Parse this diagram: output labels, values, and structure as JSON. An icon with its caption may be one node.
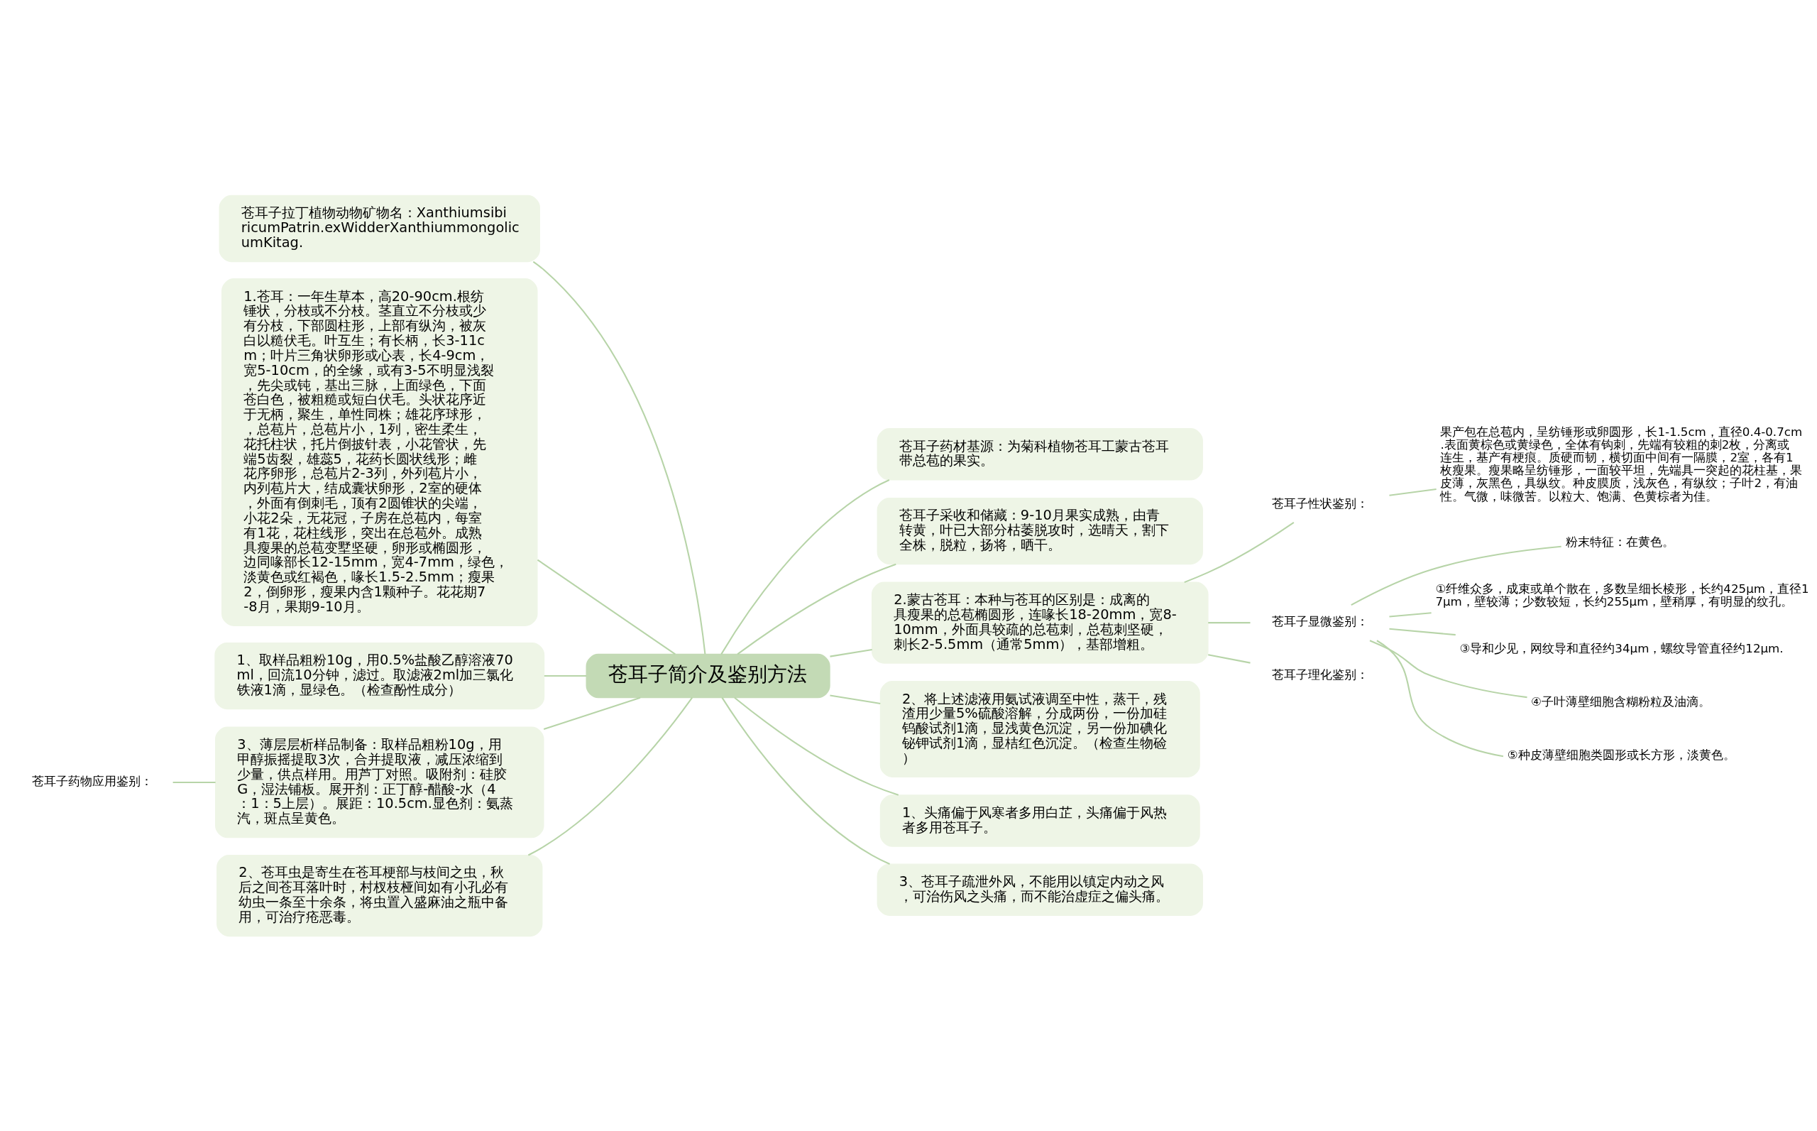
{
  "diagram": {
    "nodes": [
      {
        "text": [
          "苍耳子简介及鉴别方法"
        ]
      },
      {
        "text": [
          "苍耳子拉丁植物动物矿物名：XanthiumsibiricumPatrin.exWidderXanthiummongolicumKitag."
        ]
      },
      {
        "text": [
          "苍耳子药材基源：为菊科植物苍耳工蒙古苍耳带总苞的果实。"
        ]
      },
      {
        "text": [
          "苍耳子采收和储藏：9-10月果实成熟，由青转黄，叶已大部分枯萎脱攻时，选晴天，割下全株，脱粒，扬将，晒干。"
        ]
      },
      {
        "text": [
          "1.苍耳：一年生草本，高20-90cm.根纺锤状，分枝或不分枝。茎直立不分枝或少有分枝，下部圆柱形，上部有纵沟，被灰白以糙伏毛。叶互生；有长柄，长3-11cm；叶片三角状卵形或心表，长4-9cm，宽5-10cm，的全缘，或有3-5不明显浅裂，先尖或钝，基出三脉，上面绿色，下面苍白色，被粗糙或短白伏毛。头状花序近于无柄，聚生，单性同株；雄花序球形，，总苞片，总苞片小，1列，密生柔生，花托柱状，托片倒披针表，小花管状，先端5齿裂，雄蕊5，花药长圆状线形；雌花序卵形，总苞片2-3列，外列苞片小，内列苞片大，结成囊状卵形，2室的硬体，外面有倒刺毛，顶有2圆锥状的尖端，小花2朵，无花冠，子房在总苞内，每室有1花，花柱线形，突出在总苞外。成熟具瘦果的总苞变墅坚硬，卵形或椭圆形，边同喙部长12-15mm，宽4-7mm，绿色，淡黄色或红褐色，喙长1.5-2.5mm；瘦果2，倒卵形，瘦果内含1颗种子。花花期7-8月，果期9-10月。"
        ]
      },
      {
        "text": [
          "2.蒙古苍耳：本种与苍耳的区别是：成离的具瘦果的总苞椭圆形，连喙长18-20mm，宽8-10mm，外面具较疏的总苞刺，总苞刺坚硬，刺长2-5.5mm（通常5mm），基部增粗。"
        ]
      },
      {
        "text": [
          "苍耳子性状鉴别："
        ]
      },
      {
        "text": [
          "果产包在总苞内，呈纺锤形或卵圆形，长1-1.5cm，直径0.4-0.7cm.表面黄棕色或黄绿色，全体有钩刺，先端有较粗的刺2枚，分离或连生，基产有梗痕。质硬而韧，横切面中间有一隔膜，2室，各有1枚瘦果。瘦果略呈纺锤形，一面较平坦，先端具一突起的花柱基，果皮薄，灰黑色，具纵纹。种皮膜质，浅灰色，有纵纹；子叶2，有油性。气微，味微苦。以粒大、饱满、色黄棕者为佳。"
        ]
      },
      {
        "text": [
          "苍耳子显微鉴别："
        ]
      },
      {
        "text": [
          "粉末特征：在黄色。"
        ]
      },
      {
        "text": [
          "①纤维众多，成束或单个散在，多数呈细长棱形，长约425μm，直径17μm，壁较薄；少数较短，长约255μm，壁稍厚，有明显的纹孔。"
        ]
      },
      {
        "text": [
          "③导和少见，网纹导和直径约34μm，螺纹导管直径约12μm."
        ]
      },
      {
        "text": [
          "④子叶薄壁细胞含糊粉粒及油滴。"
        ]
      },
      {
        "text": [
          "⑤种皮薄壁细胞类圆形或长方形，淡黄色。"
        ]
      },
      {
        "text": [
          "苍耳子理化鉴别："
        ]
      },
      {
        "text": [
          "1、取样品粗粉10g，用0.5%盐酸乙醇溶液70ml，回流10分钟，滤过。取滤液2ml加三氯化铁液1滴，显绿色。（检查酚性成分）"
        ]
      },
      {
        "text": [
          "2、将上述滤液用氨试液调至中性，蒸干，残渣用少量5%硫酸溶解，分成两份，一份加硅钨酸试剂1滴，显浅黄色沉淀，另一份加碘化铋钾试剂1滴，显桔红色沉淀。（检查生物硷）"
        ]
      },
      {
        "text": [
          "3、薄层层析样品制备：取样品粗粉10g，用甲醇振摇提取3次，合并提取液，减压浓缩到少量，供点样用。用芦丁对照。吸附剂：硅胶G，湿法铺板。展开剂：正丁醇-醋酸-水（4：1：5上层）。展距：10.5cm.显色剂：氨蒸汽，斑点呈黄色。"
        ]
      },
      {
        "text": [
          "苍耳子药物应用鉴别："
        ]
      },
      {
        "text": [
          "1、头痛偏于风寒者多用白芷，头痛偏于风热者多用苍耳子。"
        ]
      },
      {
        "text": [
          "2、苍耳虫是寄生在苍耳梗部与枝间之虫，秋后之间苍耳落叶时，村杈枝桠间如有小孔必有幼虫一条至十余条，将虫置入盛麻油之瓶中备用，可治疗疮恶毒。"
        ]
      },
      {
        "text": [
          "3、苍耳子疏泄外风，不能用以镇定内动之风，可治伤风之头痛，而不能治虚症之偏头痛。"
        ]
      }
    ],
    "edges": [
      {
        "from": 0,
        "to": 1,
        "arrow": "none"
      },
      {
        "from": 0,
        "to": 2,
        "arrow": "none"
      },
      {
        "from": 0,
        "to": 3,
        "arrow": "none"
      },
      {
        "from": 0,
        "to": 4,
        "arrow": "none"
      },
      {
        "from": 0,
        "to": 5,
        "arrow": "none"
      },
      {
        "from": 5,
        "to": 6,
        "arrow": "none"
      },
      {
        "from": 6,
        "to": 7,
        "arrow": "none"
      },
      {
        "from": 5,
        "to": 8,
        "arrow": "none"
      },
      {
        "from": 8,
        "to": 9,
        "arrow": "none"
      },
      {
        "from": 8,
        "to": 10,
        "arrow": "none"
      },
      {
        "from": 8,
        "to": 11,
        "arrow": "none"
      },
      {
        "from": 8,
        "to": 12,
        "arrow": "none"
      },
      {
        "from": 8,
        "to": 13,
        "arrow": "none"
      },
      {
        "from": 5,
        "to": 14,
        "arrow": "none"
      },
      {
        "from": 0,
        "to": 15,
        "arrow": "none"
      },
      {
        "from": 0,
        "to": 16,
        "arrow": "none"
      },
      {
        "from": 0,
        "to": 17,
        "arrow": "none"
      },
      {
        "from": 17,
        "to": 18,
        "arrow": "none"
      },
      {
        "from": 0,
        "to": 19,
        "arrow": "none"
      },
      {
        "from": 0,
        "to": 20,
        "arrow": "none"
      },
      {
        "from": 0,
        "to": 21,
        "arrow": "none"
      }
    ]
  }
}
